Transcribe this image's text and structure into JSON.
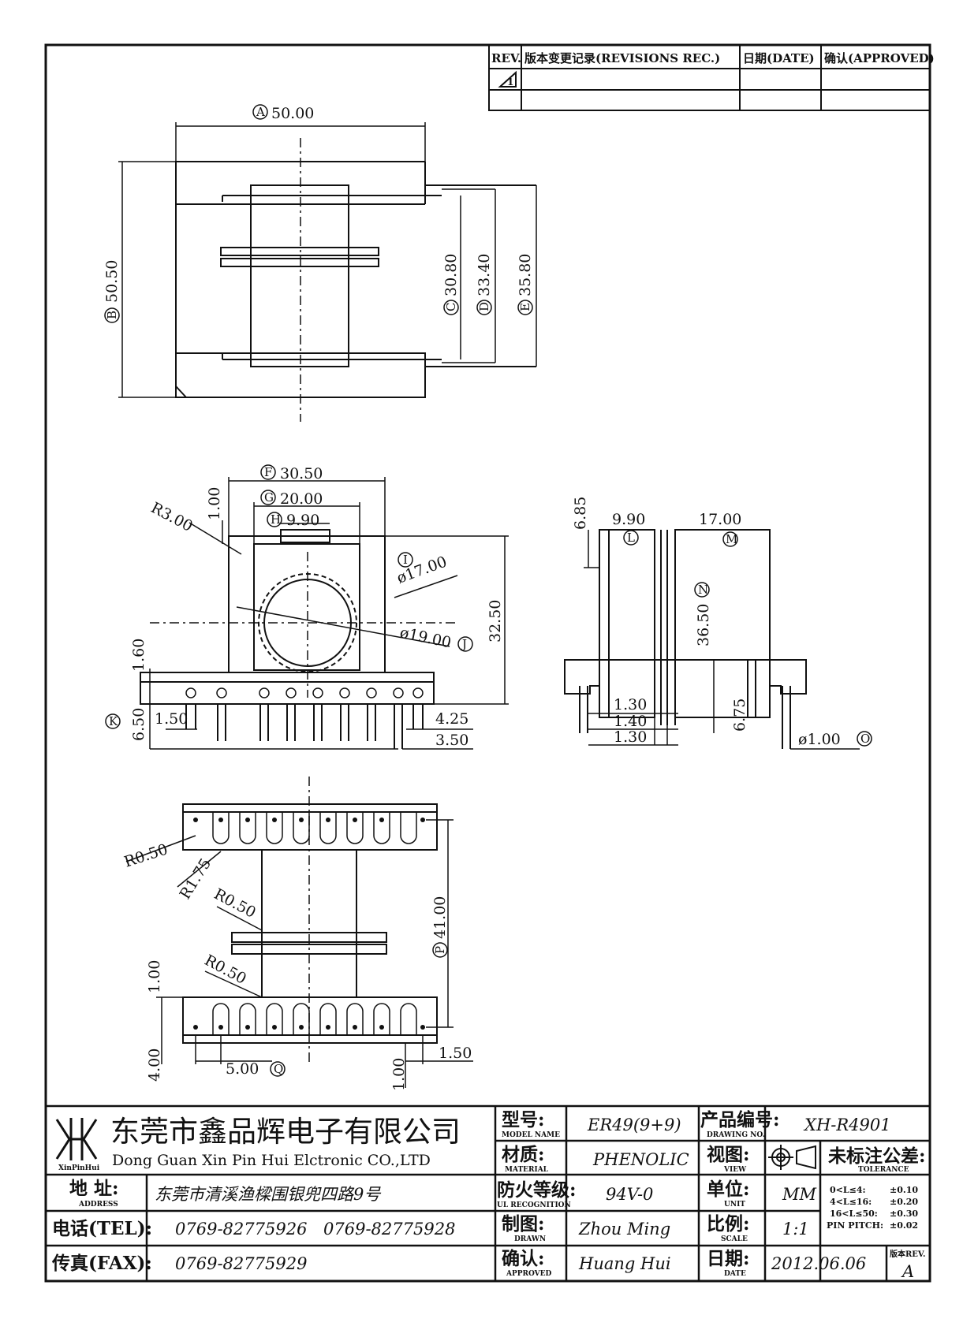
{
  "revision_table": {
    "headers": [
      "REV.",
      "版本变更记录(REVISIONS REC.)",
      "日期(DATE)",
      "确认(APPROVED)"
    ],
    "row_mark": "1"
  },
  "labels": {
    "A": "A",
    "B": "B",
    "C": "C",
    "D": "D",
    "E": "E",
    "F": "F",
    "G": "G",
    "H": "H",
    "I": "I",
    "J": "J",
    "K": "K",
    "L": "L",
    "M": "M",
    "N": "N",
    "O": "O",
    "P": "P",
    "Q": "Q"
  },
  "top_view": {
    "A": "50.00",
    "B": "50.50",
    "C": "30.80",
    "D": "33.40",
    "E": "35.80"
  },
  "front_view": {
    "F": "30.50",
    "G": "20.00",
    "H": "9.90",
    "I": "ø17.00",
    "J": "ø19.00",
    "height": "32.50",
    "top_gap": "1.00",
    "R": "R3.00",
    "base": "1.60",
    "K": "6.50",
    "pin_left": "1.50",
    "pin_r1": "4.25",
    "pin_r2": "3.50"
  },
  "side_view": {
    "top": "6.85",
    "L": "9.90",
    "M": "17.00",
    "N": "36.50",
    "d1": "1.30",
    "d2": "1.40",
    "d3": "1.30",
    "pin_len": "6.75",
    "O": "ø1.00"
  },
  "bottom_view": {
    "R1": "R0.50",
    "R2": "R1.75",
    "R3": "R0.50",
    "R4": "R0.50",
    "P": "41.00",
    "left_top": "1.00",
    "left_bottom": "4.00",
    "Q": "5.00",
    "bottom_right": "1.00",
    "right": "1.50"
  },
  "title_block": {
    "company_cn": "东莞市鑫品辉电子有限公司",
    "company_en": "Dong Guan Xin Pin Hui Elctronic CO.,LTD",
    "logo_text": "XinPinHui",
    "address_label": "地  址:",
    "address_label_en": "ADDRESS",
    "address": "东莞市清溪渔樑围银兜四路9号",
    "tel_label": "电话(TEL):",
    "tel1": "0769-82775926",
    "tel2": "0769-82775928",
    "fax_label": "传真(FAX):",
    "fax": "0769-82775929",
    "model_label": "型号:",
    "model_label_en": "MODEL NAME",
    "model": "ER49(9+9)",
    "material_label": "材质:",
    "material_label_en": "MATERIAL",
    "material": "PHENOLIC",
    "ul_label": "防火等级:",
    "ul_label_en": "UL RECOGNITION",
    "ul": "94V-0",
    "drawn_label": "制图:",
    "drawn_label_en": "DRAWN",
    "drawn": "Zhou Ming",
    "approved_label": "确认:",
    "approved_label_en": "APPROVED",
    "approved": "Huang Hui",
    "drawing_no_label": "产品编号:",
    "drawing_no_label_en": "DRAWING NO.",
    "drawing_no": "XH-R4901",
    "view_label": "视图:",
    "view_label_en": "VIEW",
    "unit_label": "单位:",
    "unit_label_en": "UNIT",
    "unit": "MM",
    "scale_label": "比例:",
    "scale_label_en": "SCALE",
    "scale": "1:1",
    "date_label": "日期:",
    "date_label_en": "DATE",
    "date": "2012.06.06",
    "tolerance_label": "未标注公差:",
    "tolerance_label_en": "TOLERANCE",
    "tolerances": [
      {
        "range": "0<L≤4:",
        "value": "±0.10"
      },
      {
        "range": "4<L≤16:",
        "value": "±0.20"
      },
      {
        "range": "16<L≤50:",
        "value": "±0.30"
      },
      {
        "range": "PIN PITCH:",
        "value": "±0.02"
      }
    ],
    "rev_label": "版本REV.",
    "rev": "A"
  }
}
